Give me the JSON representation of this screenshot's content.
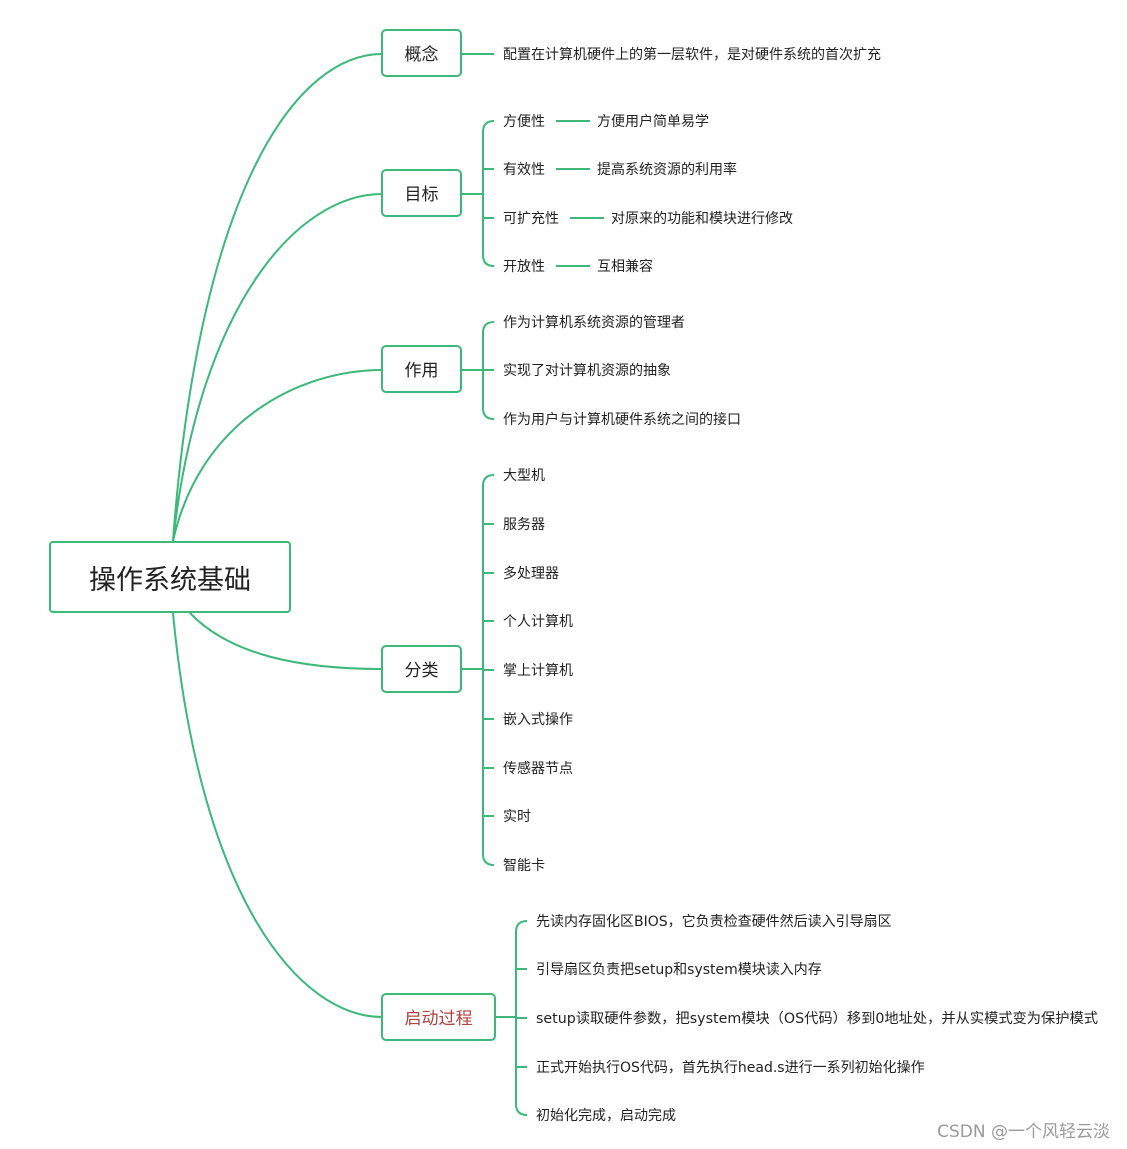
{
  "root": {
    "label": "操作系统基础"
  },
  "branches": [
    {
      "label": "概念",
      "children": [
        {
          "label": "配置在计算机硬件上的第一层软件，是对硬件系统的首次扩充",
          "detail": ""
        }
      ]
    },
    {
      "label": "目标",
      "children": [
        {
          "label": "方便性",
          "detail": "方便用户简单易学"
        },
        {
          "label": "有效性",
          "detail": "提高系统资源的利用率"
        },
        {
          "label": "可扩充性",
          "detail": "对原来的功能和模块进行修改"
        },
        {
          "label": "开放性",
          "detail": "互相兼容"
        }
      ]
    },
    {
      "label": "作用",
      "children": [
        {
          "label": "作为计算机系统资源的管理者",
          "detail": ""
        },
        {
          "label": "实现了对计算机资源的抽象",
          "detail": ""
        },
        {
          "label": "作为用户与计算机硬件系统之间的接口",
          "detail": ""
        }
      ]
    },
    {
      "label": "分类",
      "children": [
        {
          "label": "大型机",
          "detail": ""
        },
        {
          "label": "服务器",
          "detail": ""
        },
        {
          "label": "多处理器",
          "detail": ""
        },
        {
          "label": "个人计算机",
          "detail": ""
        },
        {
          "label": "掌上计算机",
          "detail": ""
        },
        {
          "label": "嵌入式操作",
          "detail": ""
        },
        {
          "label": "传感器节点",
          "detail": ""
        },
        {
          "label": "实时",
          "detail": ""
        },
        {
          "label": "智能卡",
          "detail": ""
        }
      ]
    },
    {
      "label": "启动过程",
      "accent": "#b0413e",
      "children": [
        {
          "label": "先读内存固化区BIOS，它负责检查硬件然后读入引导扇区",
          "detail": ""
        },
        {
          "label": "引导扇区负责把setup和system模块读入内存",
          "detail": ""
        },
        {
          "label": "setup读取硬件参数，把system模块（OS代码）移到0地址处，并从实模式变为保护模式",
          "detail": ""
        },
        {
          "label": "正式开始执行OS代码，首先执行head.s进行一系列初始化操作",
          "detail": ""
        },
        {
          "label": "初始化完成，启动完成",
          "detail": ""
        }
      ]
    }
  ],
  "watermark": "CSDN @一个风轻云淡",
  "colors": {
    "connector": "#3cb878",
    "text": "#222222",
    "accent": "#b0413e",
    "watermark": "#9a9a9a"
  }
}
